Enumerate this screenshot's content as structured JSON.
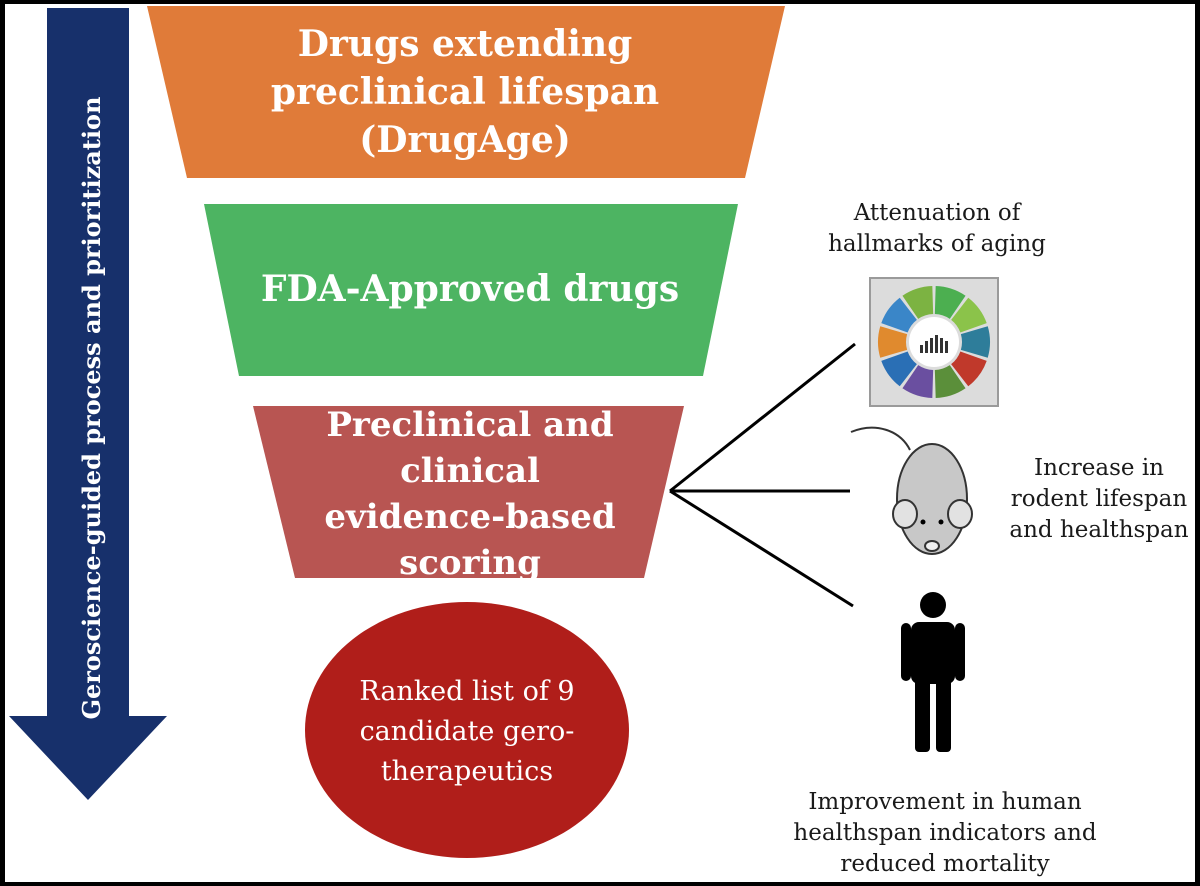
{
  "process_arrow": {
    "label": "Geroscience-guided process and prioritization",
    "color": "#17306b"
  },
  "funnel": {
    "stage1": {
      "text": "Drugs extending preclinical lifespan (DrugAge)",
      "color": "#e07b39"
    },
    "stage2": {
      "text": "FDA-Approved drugs",
      "color": "#4db462"
    },
    "stage3": {
      "text": "Preclinical and clinical evidence-based scoring",
      "color": "#b85552"
    },
    "result": {
      "text": "Ranked list of 9 candidate gero-therapeutics",
      "color": "#b01e1a"
    }
  },
  "criteria": {
    "hallmarks": {
      "label": "Attenuation of hallmarks of aging",
      "icon": "hallmarks-wheel-icon"
    },
    "rodent": {
      "label": "Increase in rodent lifespan and healthspan",
      "icon": "mouse-icon"
    },
    "human": {
      "label": "Improvement in human healthspan indicators and reduced mortality",
      "icon": "person-icon"
    }
  }
}
